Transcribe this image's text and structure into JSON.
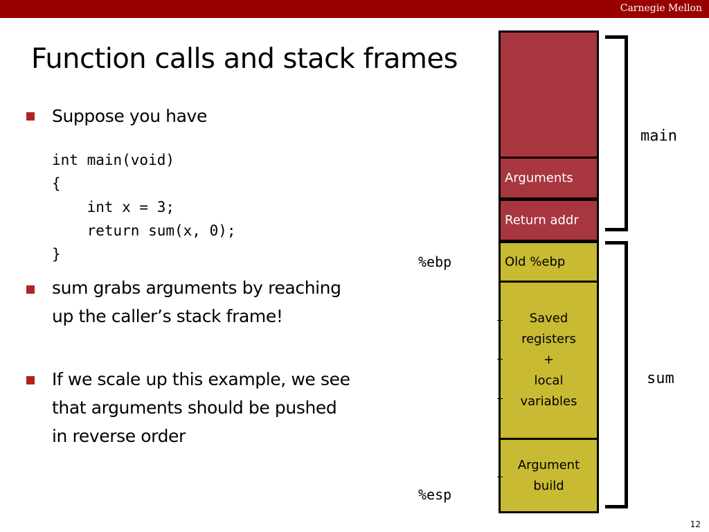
{
  "header": {
    "brand": "Carnegie Mellon"
  },
  "slide": {
    "title": "Function calls and stack frames",
    "bullets": [
      "Suppose you have",
      "sum grabs arguments by reaching up the caller’s stack frame!",
      "If we scale up this example, we see that arguments should be pushed in reverse order"
    ],
    "code": "int main(void)\n{\n    int x = 3;\n    return sum(x, 0);\n}",
    "page_number": "12"
  },
  "stack": {
    "frames": [
      {
        "label": "main",
        "color": "#a8363f"
      },
      {
        "label": "sum",
        "color": "#c8ba32"
      }
    ],
    "cells": [
      {
        "label": "",
        "frame": "main"
      },
      {
        "label": "Arguments",
        "frame": "main"
      },
      {
        "label": "Return addr",
        "frame": "main"
      },
      {
        "label": "Old %ebp",
        "frame": "sum"
      },
      {
        "label": "Saved\nregisters\n+\nlocal\nvariables",
        "frame": "sum"
      },
      {
        "label": "Argument\nbuild",
        "frame": "sum"
      }
    ],
    "registers": {
      "ebp": "%ebp",
      "esp": "%esp"
    }
  },
  "colors": {
    "header_bar": "#990000",
    "bullet": "#b22222"
  }
}
